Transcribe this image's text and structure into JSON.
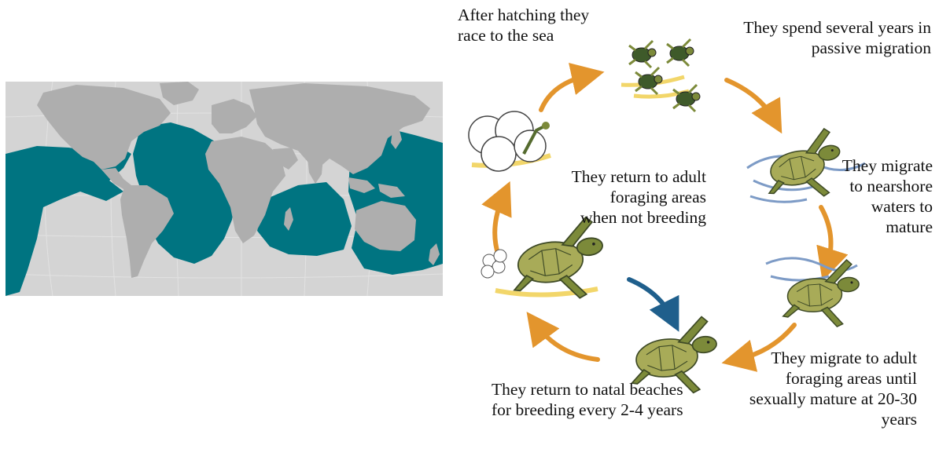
{
  "colors": {
    "ocean_range": "#007481",
    "land": "#aeaeae",
    "map_background": "#d4d4d4",
    "grid": "#e2e2e2",
    "arrow_orange": "#e3952d",
    "arrow_blue": "#1f5f8c",
    "turtle_green": "#7c8a3a",
    "turtle_shell": "#a8ab58",
    "turtle_dark": "#3e4a26",
    "water_blue": "#7d9bc6",
    "sand_yellow": "#f2d66a"
  },
  "map": {
    "icons": [
      "world-map",
      "species-range-overlay"
    ]
  },
  "cycle": {
    "stages": [
      {
        "id": "hatch",
        "text": "After hatching they race to the sea",
        "icon": "hatching-egg-icon"
      },
      {
        "id": "passive",
        "text": "They spend several years in passive migration",
        "icon": "hatchlings-icon"
      },
      {
        "id": "nearshore",
        "text": "They migrate to nearshore waters to mature",
        "icon": "juvenile-turtle-icon"
      },
      {
        "id": "foraging",
        "text": "They migrate to adult foraging areas until sexually mature at 20-30 years",
        "icon": "subadult-turtle-icon"
      },
      {
        "id": "natal",
        "text": "They return to natal beaches for breeding every 2-4 years",
        "icon": "adult-turtle-icon"
      },
      {
        "id": "return",
        "text": "They return to adult foraging areas when not breeding",
        "icon": "nesting-turtle-icon"
      }
    ]
  }
}
